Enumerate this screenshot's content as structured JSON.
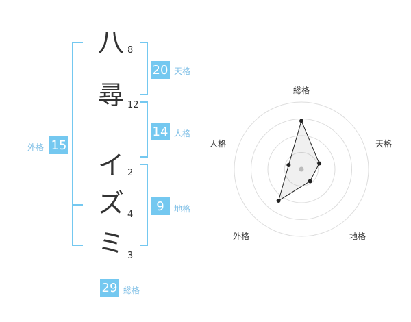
{
  "name": {
    "chars": [
      {
        "char": "八",
        "strokes": "8"
      },
      {
        "char": "尋",
        "strokes": "12"
      },
      {
        "char": "イ",
        "strokes": "2"
      },
      {
        "char": "ズ",
        "strokes": "4"
      },
      {
        "char": "ミ",
        "strokes": "3"
      }
    ]
  },
  "kaku": {
    "tenkaku": {
      "value": "20",
      "label": "天格"
    },
    "jinkaku": {
      "value": "14",
      "label": "人格"
    },
    "chikaku": {
      "value": "9",
      "label": "地格"
    },
    "gaikaku": {
      "value": "15",
      "label": "外格"
    },
    "soukaku": {
      "value": "29",
      "label": "総格"
    }
  },
  "colors": {
    "accent": "#74c8f0",
    "label": "#7fbfe6",
    "text": "#333333"
  },
  "chart_data": {
    "type": "radar",
    "axes": [
      "総格",
      "天格",
      "地格",
      "外格",
      "人格"
    ],
    "values": [
      0.72,
      0.28,
      0.22,
      0.58,
      0.2
    ],
    "rings": 4
  }
}
